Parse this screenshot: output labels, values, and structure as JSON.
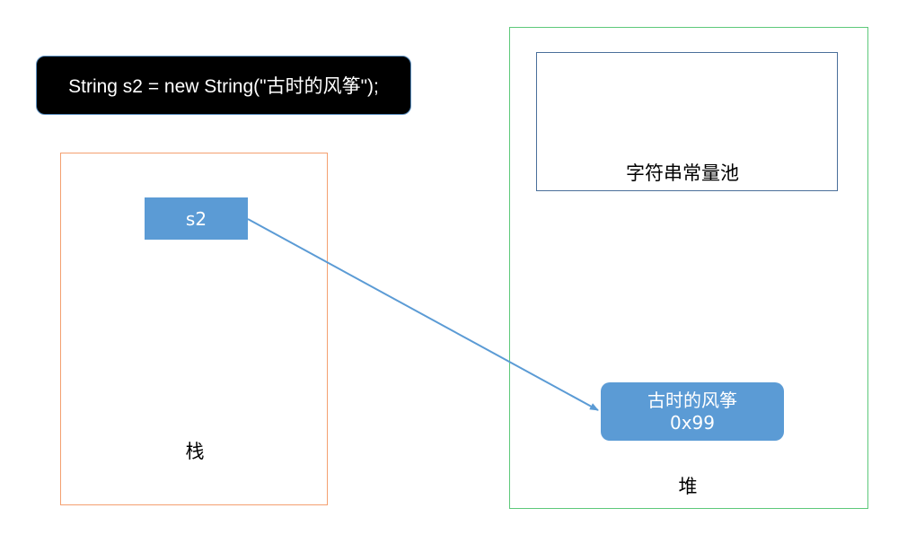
{
  "code": "String s2 = new String(\"古时的风筝\");",
  "stack": {
    "label": "栈",
    "reference": "s2"
  },
  "heap": {
    "label": "堆",
    "string_pool": "字符串常量池",
    "object": {
      "value": "古时的风筝",
      "address": "0x99"
    }
  },
  "colors": {
    "stack_border": "#f4a070",
    "heap_border": "#5dc97a",
    "pool_border": "#4a6f9a",
    "box_fill": "#5b9bd5",
    "arrow": "#5b9bd5"
  }
}
